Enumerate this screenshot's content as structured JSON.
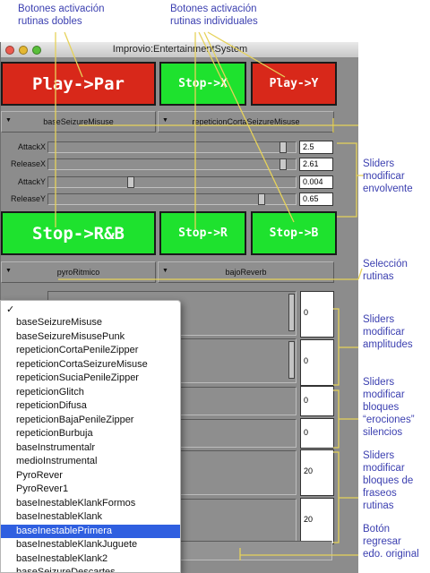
{
  "window": {
    "title": "Improvio:EntertainmentSystem",
    "colors": {
      "red_button": "#d8281a",
      "green_button": "#1ee22e",
      "panel": "#8c8c8c",
      "menu_selection": "#2f5fe0",
      "annotation": "#3b3fb0",
      "annotation_line": "#e6d25a"
    }
  },
  "buttons": {
    "play_par": "Play->Par",
    "stop_x": "Stop->X",
    "play_y": "Play->Y",
    "stop_rb": "Stop->R&B",
    "stop_r": "Stop->R",
    "stop_b": "Stop->B"
  },
  "dropdowns": {
    "routine_1": "baseSeizureMisuse",
    "routine_2": "repeticionCortaSeizureMisuse",
    "routine_3": "pyroRitmico",
    "routine_4": "bajoReverb",
    "arrow_icon": "triangle-down"
  },
  "envelope": [
    {
      "label": "AttackX",
      "value": "2.5",
      "level": 0.97
    },
    {
      "label": "ReleaseX",
      "value": "2.61",
      "level": 0.97
    },
    {
      "label": "AttackY",
      "value": "0.004",
      "level": 0.33
    },
    {
      "label": "ReleaseY",
      "value": "0.65",
      "level": 0.88
    }
  ],
  "amplitude_values": [
    "0",
    "0"
  ],
  "erosion_values": [
    "0",
    "0"
  ],
  "phrase_values": [
    "20",
    "20"
  ],
  "menu": {
    "checkmark": "✓",
    "items": [
      "baseSeizureMisuse",
      "baseSeizureMisusePunk",
      "repeticionCortaPenileZipper",
      "repeticionCortaSeizureMisuse",
      "repeticionSuciaPenileZipper",
      "repeticionGlitch",
      "repeticionDifusa",
      "repeticionBajaPenileZipper",
      "repeticionBurbuja",
      "baseInstrumentalr",
      "medioInstrumental",
      "PyroRever",
      "PyroRever1",
      "baseInestableKlankFormos",
      "baseInestableKlank",
      "baseInestablePrimera",
      "baseInestableKlankJuguete",
      "baseInestableKlank2",
      "baseSeizureDescartes"
    ],
    "selected_index": 15
  },
  "annotations": {
    "doubles": "Botones activación\nrutinas dobles",
    "individual": "Botones activación\nrutinas individuales",
    "envelope": "Sliders\nmodificar\nenvolvente",
    "routines": "Selección\nrutinas",
    "amplitudes": "Sliders\nmodificar\namplitudes",
    "erosions": "Sliders\nmodificar\nbloques\n“eroci­ones”\nsilencios",
    "phrases": "Sliders\nmodificar\nbloques de\nfraseos\nrutinas",
    "reset": "Botón\nregresar\nedo. original"
  }
}
